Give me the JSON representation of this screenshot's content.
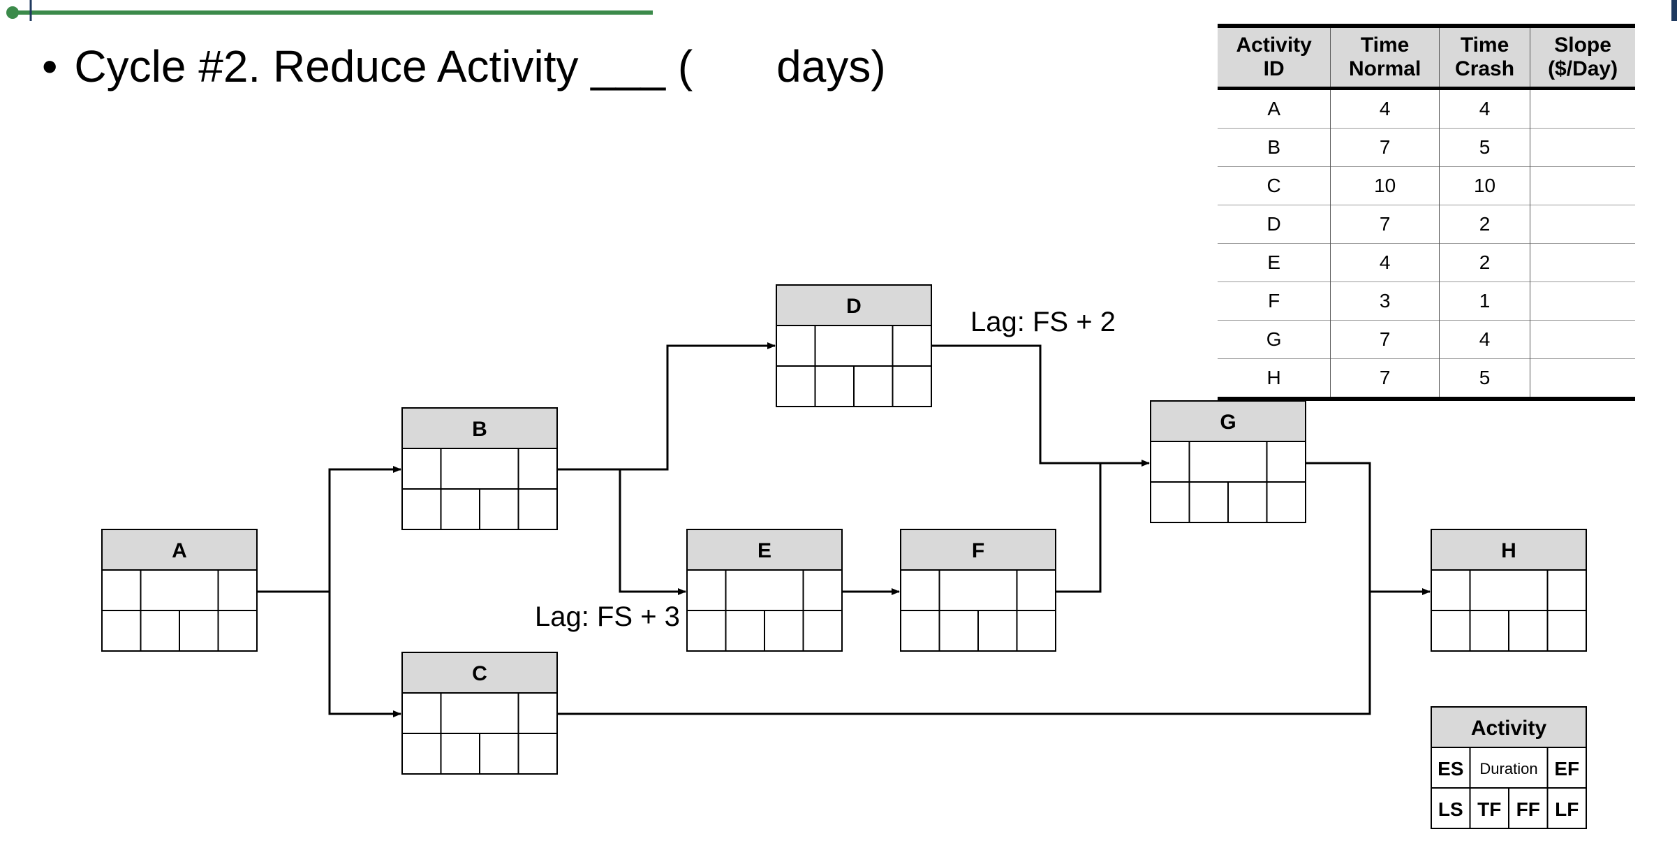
{
  "title": {
    "bullet": "•",
    "text_before": "Cycle #2. Reduce Activity ___ (",
    "text_after": "days)"
  },
  "table": {
    "headers": [
      "Activity\nID",
      "Time\nNormal",
      "Time\nCrash",
      "Slope\n($/Day)"
    ],
    "rows": [
      [
        "A",
        "4",
        "4",
        ""
      ],
      [
        "B",
        "7",
        "5",
        ""
      ],
      [
        "C",
        "10",
        "10",
        ""
      ],
      [
        "D",
        "7",
        "2",
        ""
      ],
      [
        "E",
        "4",
        "2",
        ""
      ],
      [
        "F",
        "3",
        "1",
        ""
      ],
      [
        "G",
        "7",
        "4",
        ""
      ],
      [
        "H",
        "7",
        "5",
        ""
      ]
    ]
  },
  "nodes": [
    {
      "id": "A",
      "label": "A"
    },
    {
      "id": "B",
      "label": "B"
    },
    {
      "id": "C",
      "label": "C"
    },
    {
      "id": "D",
      "label": "D"
    },
    {
      "id": "E",
      "label": "E"
    },
    {
      "id": "F",
      "label": "F"
    },
    {
      "id": "G",
      "label": "G"
    },
    {
      "id": "H",
      "label": "H"
    }
  ],
  "edges": [
    {
      "from": "A",
      "to": "B"
    },
    {
      "from": "A",
      "to": "C"
    },
    {
      "from": "B",
      "to": "D"
    },
    {
      "from": "B",
      "to": "E",
      "lag": "Lag: FS + 3"
    },
    {
      "from": "D",
      "to": "G",
      "lag": "Lag: FS + 2"
    },
    {
      "from": "E",
      "to": "F"
    },
    {
      "from": "F",
      "to": "G"
    },
    {
      "from": "G",
      "to": "H"
    },
    {
      "from": "C",
      "to": "H"
    }
  ],
  "legend": {
    "title": "Activity",
    "es": "ES",
    "duration": "Duration",
    "ef": "EF",
    "ls": "LS",
    "tf": "TF",
    "ff": "FF",
    "lf": "LF"
  },
  "colors": {
    "topbar": "#3b8a4a",
    "node_header": "#d9d9d9",
    "corner_mark": "#1f3a5f"
  }
}
